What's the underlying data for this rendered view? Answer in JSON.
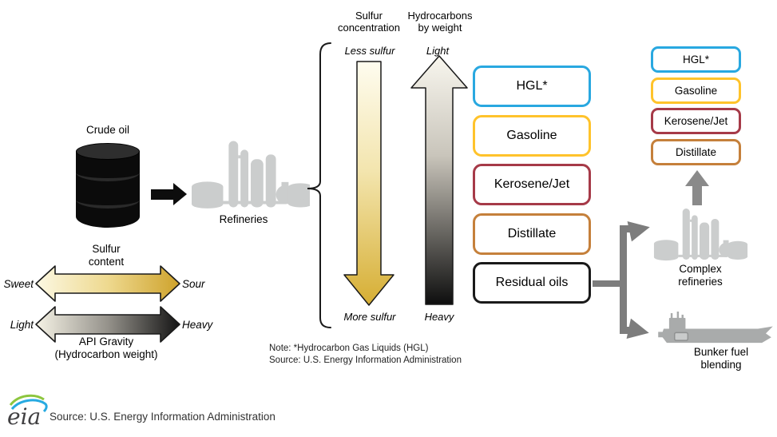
{
  "colors": {
    "hgl_blue": "#29A8E0",
    "gasoline_yellow": "#FFC32B",
    "kerosene_red": "#A63A48",
    "distillate_orange": "#C5803B",
    "residual_black": "#1A1A1A",
    "sulfur_gold": "#D6AE33",
    "flow_gray": "#7D7D7D",
    "icon_gray": "#CBCDCD"
  },
  "diagram": {
    "crude_oil": "Crude oil",
    "refineries": "Refineries",
    "sulfur_content": "Sulfur\ncontent",
    "sweet": "Sweet",
    "sour": "Sour",
    "light": "Light",
    "heavy": "Heavy",
    "api_gravity": "API Gravity\n(Hydrocarbon weight)",
    "sulfur_concentration": "Sulfur\nconcentration",
    "hydrocarbons_by_weight": "Hydrocarbons\nby weight",
    "less_sulfur": "Less sulfur",
    "more_sulfur": "More sulfur",
    "light_top": "Light",
    "heavy_bottom": "Heavy",
    "complex_refineries": "Complex\nrefineries",
    "bunker_fuel": "Bunker fuel\nblending"
  },
  "products": [
    {
      "label": "HGL*",
      "color": "#29A8E0"
    },
    {
      "label": "Gasoline",
      "color": "#FFC32B"
    },
    {
      "label": "Kerosene/Jet",
      "color": "#A63A48"
    },
    {
      "label": "Distillate",
      "color": "#C5803B"
    },
    {
      "label": "Residual oils",
      "color": "#1A1A1A"
    }
  ],
  "complex_outputs": [
    {
      "label": "HGL*",
      "color": "#29A8E0"
    },
    {
      "label": "Gasoline",
      "color": "#FFC32B"
    },
    {
      "label": "Kerosene/Jet",
      "color": "#A63A48"
    },
    {
      "label": "Distillate",
      "color": "#C5803B"
    }
  ],
  "note": "Note: *Hydrocarbon Gas Liquids (HGL)\nSource: U.S. Energy Information Administration",
  "footer": {
    "logo_text": "eia",
    "source": "Source: U.S. Energy Information Administration"
  }
}
